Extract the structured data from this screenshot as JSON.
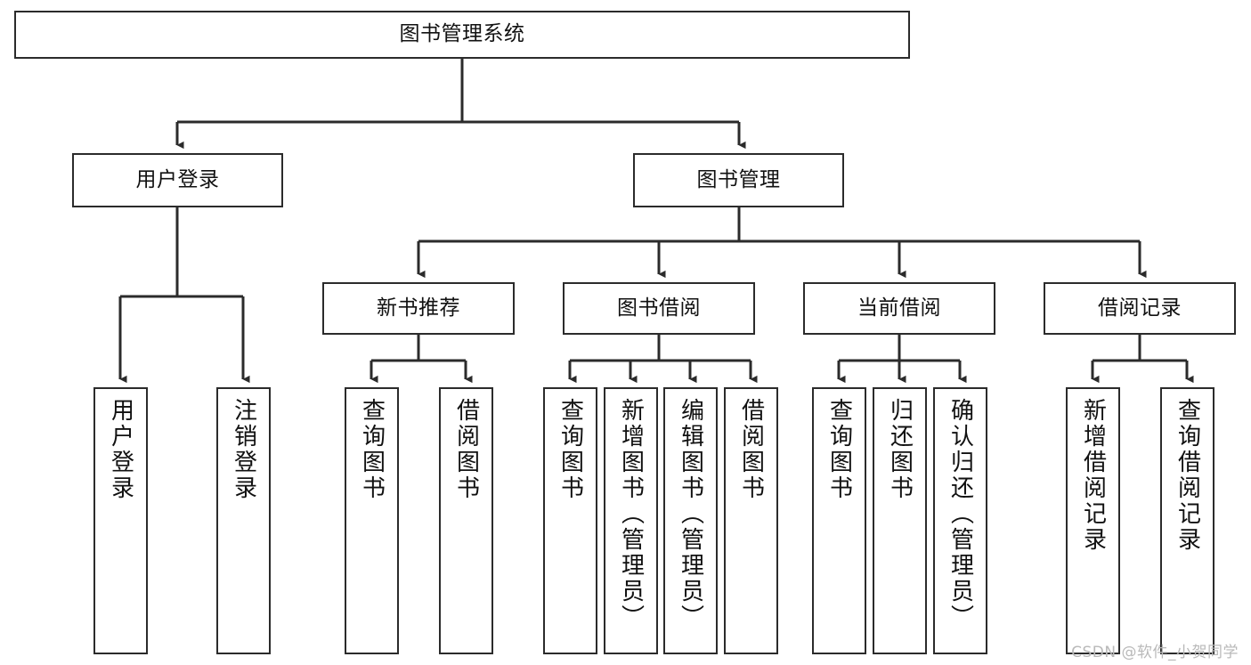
{
  "meta": {
    "title": "图书管理系统 功能结构图",
    "watermark": "CSDN @软件_小贺同学",
    "line_color": "#2b2b2b",
    "box_fill": "#ffffff",
    "text_color": "#111111",
    "background": "#ffffff"
  },
  "chart_data": {
    "type": "tree-diagram",
    "title": "图书管理系统",
    "orientation": "top-down",
    "levels": 4,
    "node_count": 18,
    "edge_style": "orthogonal-arrow",
    "nodes": [
      {
        "id": "root",
        "label": "图书管理系统",
        "level": 0,
        "parent": null
      },
      {
        "id": "login",
        "label": "用户登录",
        "level": 1,
        "parent": "root"
      },
      {
        "id": "bookmgr",
        "label": "图书管理",
        "level": 1,
        "parent": "root"
      },
      {
        "id": "newbook",
        "label": "新书推荐",
        "level": 2,
        "parent": "bookmgr"
      },
      {
        "id": "borrow",
        "label": "图书借阅",
        "level": 2,
        "parent": "bookmgr"
      },
      {
        "id": "current",
        "label": "当前借阅",
        "level": 2,
        "parent": "bookmgr"
      },
      {
        "id": "record",
        "label": "借阅记录",
        "level": 2,
        "parent": "bookmgr"
      },
      {
        "id": "l1",
        "label": "用户登录",
        "level": 3,
        "parent": "login"
      },
      {
        "id": "l2",
        "label": "注销登录",
        "level": 3,
        "parent": "login"
      },
      {
        "id": "l3",
        "label": "查询图书",
        "level": 3,
        "parent": "newbook"
      },
      {
        "id": "l4",
        "label": "借阅图书",
        "level": 3,
        "parent": "newbook"
      },
      {
        "id": "l5",
        "label": "查询图书",
        "level": 3,
        "parent": "borrow"
      },
      {
        "id": "l6",
        "label": "新增图书（管理员）",
        "level": 3,
        "parent": "borrow"
      },
      {
        "id": "l7",
        "label": "编辑图书（管理员）",
        "level": 3,
        "parent": "borrow"
      },
      {
        "id": "l8",
        "label": "借阅图书",
        "level": 3,
        "parent": "borrow"
      },
      {
        "id": "l9",
        "label": "查询图书",
        "level": 3,
        "parent": "current"
      },
      {
        "id": "l10",
        "label": "归还图书",
        "level": 3,
        "parent": "current"
      },
      {
        "id": "l11",
        "label": "确认归还（管理员）",
        "level": 3,
        "parent": "current"
      },
      {
        "id": "l12",
        "label": "新增借阅记录",
        "level": 3,
        "parent": "record"
      },
      {
        "id": "l13",
        "label": "查询借阅记录",
        "level": 3,
        "parent": "record"
      }
    ]
  },
  "tree": {
    "root": {
      "label": "图书管理系统"
    },
    "level1": [
      {
        "label": "用户登录"
      },
      {
        "label": "图书管理"
      }
    ],
    "level2": [
      {
        "label": "新书推荐"
      },
      {
        "label": "图书借阅"
      },
      {
        "label": "当前借阅"
      },
      {
        "label": "借阅记录"
      }
    ],
    "leaves": {
      "login": [
        {
          "label": "用户登录"
        },
        {
          "label": "注销登录"
        }
      ],
      "newbook": [
        {
          "label": "查询图书"
        },
        {
          "label": "借阅图书"
        }
      ],
      "borrow": [
        {
          "label": "查询图书"
        },
        {
          "label": "新增图书（管理员）"
        },
        {
          "label": "编辑图书（管理员）"
        },
        {
          "label": "借阅图书"
        }
      ],
      "current": [
        {
          "label": "查询图书"
        },
        {
          "label": "归还图书"
        },
        {
          "label": "确认归还（管理员）"
        }
      ],
      "record": [
        {
          "label": "新增借阅记录"
        },
        {
          "label": "查询借阅记录"
        }
      ]
    }
  }
}
